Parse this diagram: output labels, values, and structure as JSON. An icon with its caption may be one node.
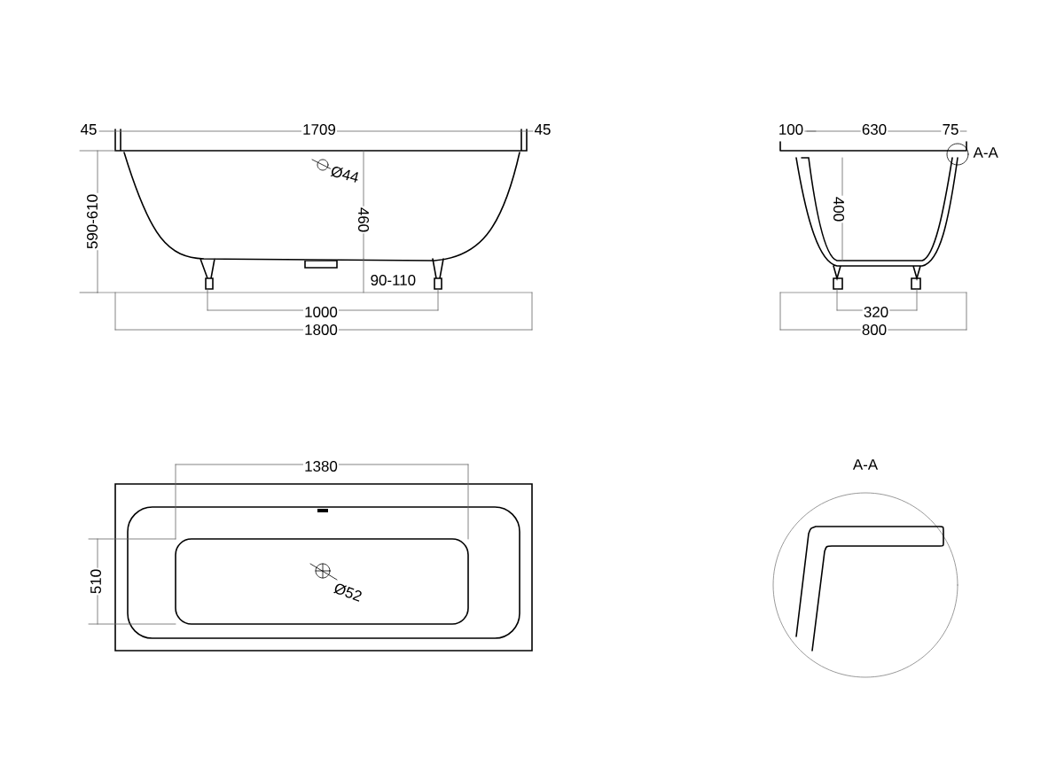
{
  "diagram": {
    "labels": [
      "45",
      "1709",
      "45",
      "100",
      "630",
      "75",
      "A-A",
      "590-610",
      "Ø44",
      "460",
      "400",
      "90-110",
      "1000",
      "320",
      "1800",
      "800",
      "1380",
      "A-A",
      "510",
      "Ø52"
    ]
  }
}
